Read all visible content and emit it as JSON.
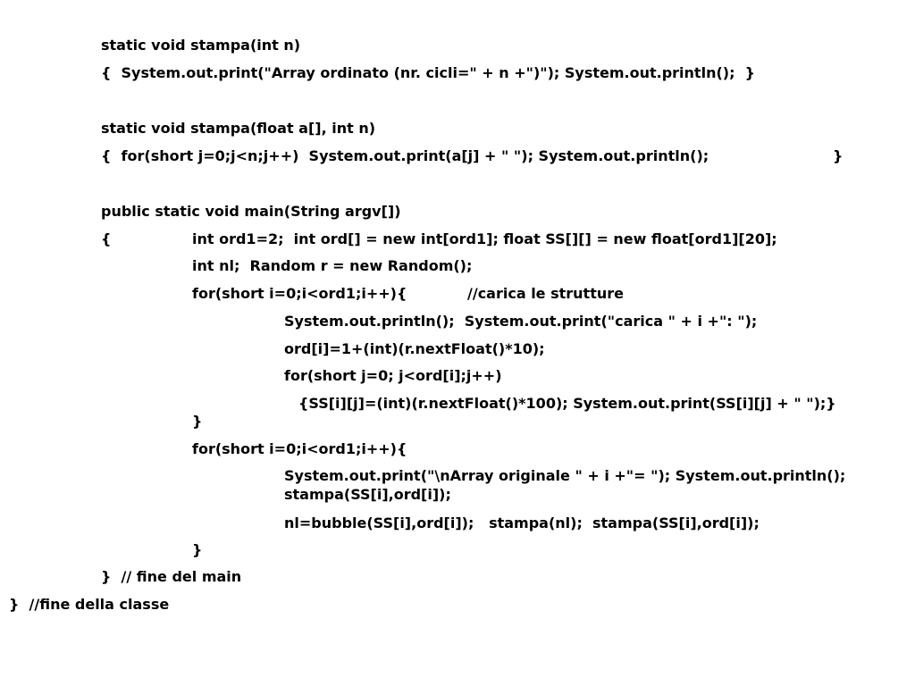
{
  "code": {
    "line_01": "static void stampa(int n)",
    "line_02": "{  System.out.print(\"Array ordinato (nr. cicli=\" + n +\")\"); System.out.println();  }",
    "line_03": "static void stampa(float a[], int n)",
    "line_04a": "{  for(short j=0;j<n;j++)  System.out.print(a[j] + \" \"); System.out.println();",
    "line_04b": "}",
    "line_05": "public static void main(String argv[])",
    "line_06a": "{",
    "line_06b": "int ord1=2;  int ord[] = new int[ord1]; float SS[][] = new float[ord1][20];",
    "line_07": "int nl;  Random r = new Random();",
    "line_08a": "for(short i=0;i<ord1;i++){",
    "line_08b": "//carica le strutture",
    "line_09": "System.out.println();  System.out.print(\"carica \" + i +\": \");",
    "line_10": "ord[i]=1+(int)(r.nextFloat()*10);",
    "line_11": "for(short j=0; j<ord[i];j++)",
    "line_12": "{SS[i][j]=(int)(r.nextFloat()*100); System.out.print(SS[i][j] + \" \");}",
    "line_13": "}",
    "line_14": "for(short i=0;i<ord1;i++){",
    "line_15": "System.out.print(\"\\nArray originale \" + i +\"= \"); System.out.println();",
    "line_16": "stampa(SS[i],ord[i]);",
    "line_17": "nl=bubble(SS[i],ord[i]);   stampa(nl);  stampa(SS[i],ord[i]);",
    "line_18": "}",
    "line_19": "}  // fine del main",
    "line_20": "}  //fine della classe"
  }
}
